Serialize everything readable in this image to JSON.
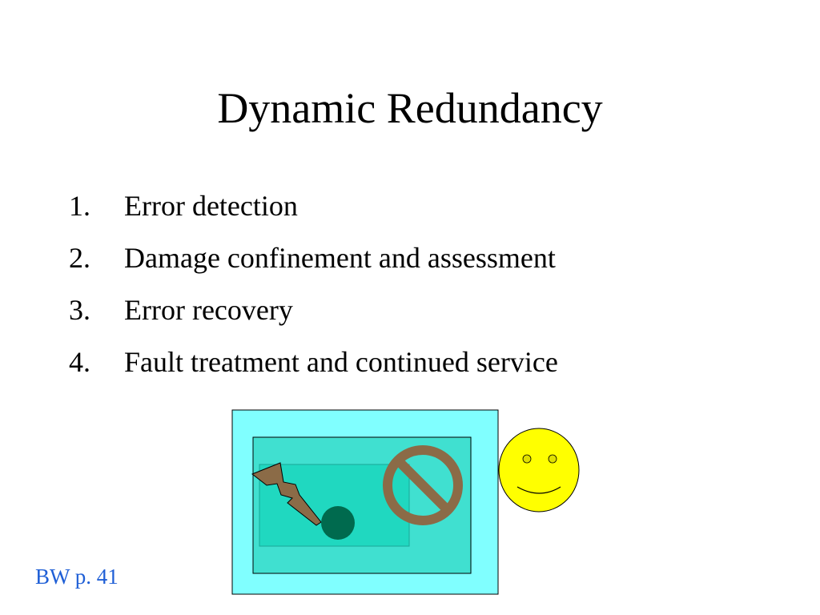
{
  "slide": {
    "title": "Dynamic Redundancy",
    "items": [
      {
        "number": "1.",
        "text": "Error detection"
      },
      {
        "number": "2.",
        "text": "Damage confinement and assessment"
      },
      {
        "number": "3.",
        "text": "Error recovery"
      },
      {
        "number": "4.",
        "text": "Fault treatment and continued service"
      }
    ],
    "reference": "BW p. 41"
  },
  "figure": {
    "icons": [
      "lightning-bolt-icon",
      "fault-dot-icon",
      "prohibition-sign-icon",
      "smiley-face-icon"
    ],
    "colors": {
      "outer_box": "#80ffff",
      "middle_box": "#40e0d0",
      "inner_box": "#20d8c0",
      "lightning": "#8b6b47",
      "fault_dot": "#006a4e",
      "prohibition": "#8b6b47",
      "smiley": "#ffff00",
      "reference_text": "#1f5fd6"
    }
  }
}
